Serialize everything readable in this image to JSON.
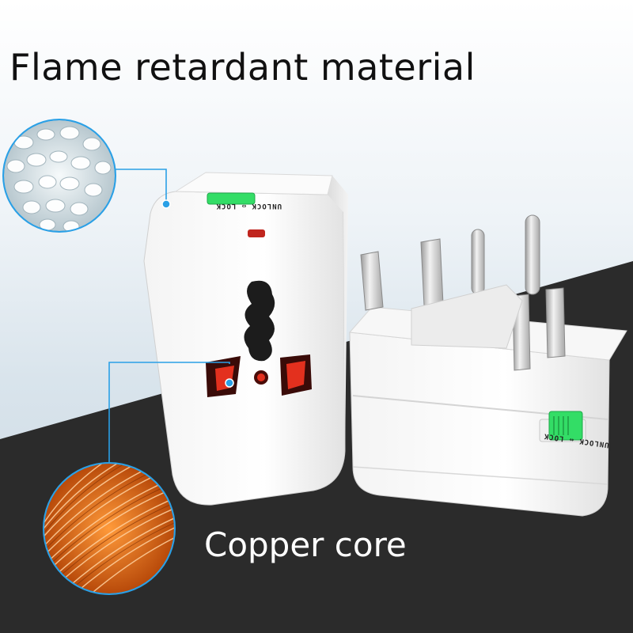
{
  "headline": "Flame retardant material",
  "caption": "Copper core",
  "device_text": {
    "switch_label_side": "UNLOCK ⇔ LOCK",
    "switch_label_top": "UNLOCK ⇔ LOCK"
  },
  "icons": {
    "material_callout": "pellets-closeup",
    "copper_callout": "copper-wire-closeup"
  },
  "colors": {
    "callout_line": "#2aa0e6",
    "switch": "#33dd66",
    "dark_surface": "#2b2b2b"
  }
}
